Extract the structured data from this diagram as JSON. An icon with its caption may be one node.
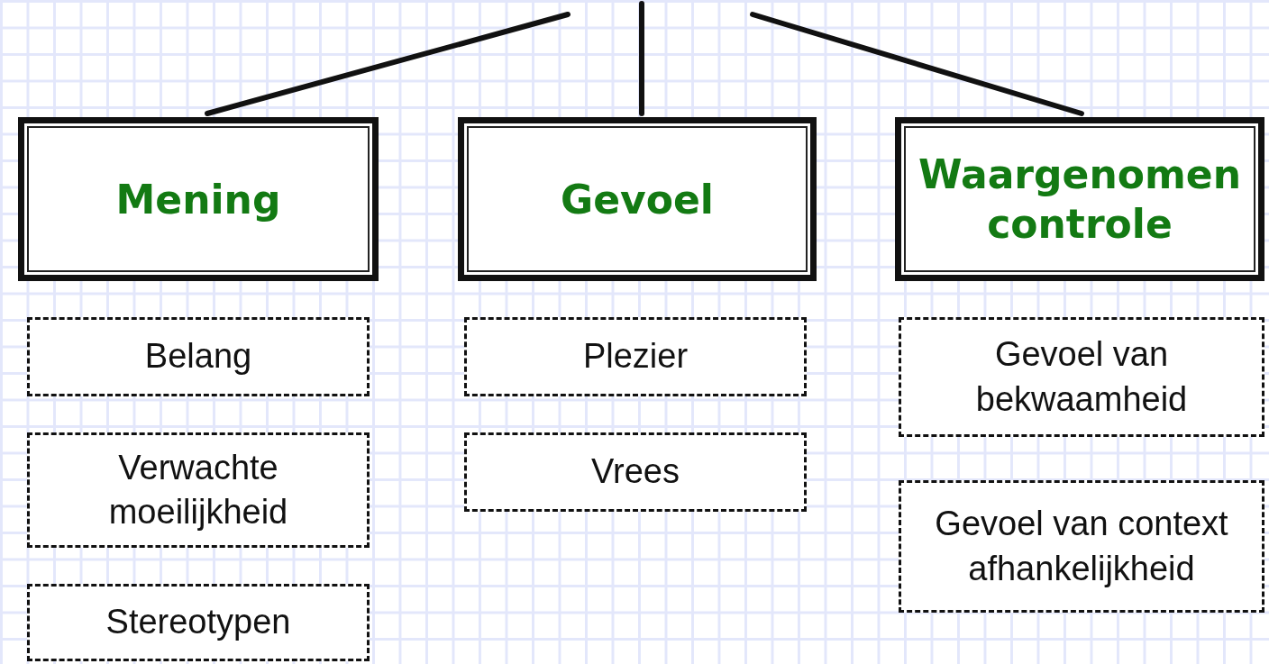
{
  "diagram": {
    "nodes": [
      {
        "text": [
          "Mening"
        ]
      },
      {
        "text": [
          "Gevoel"
        ]
      },
      {
        "text": [
          "Waargenomen controle"
        ]
      },
      {
        "text": [
          "Belang"
        ]
      },
      {
        "text": [
          "Verwachte moeilijkheid"
        ]
      },
      {
        "text": [
          "Stereotypen"
        ]
      },
      {
        "text": [
          "Plezier"
        ]
      },
      {
        "text": [
          "Vrees"
        ]
      },
      {
        "text": [
          "Gevoel van bekwaamheid"
        ]
      },
      {
        "text": [
          "Gevoel van context afhankelijkheid"
        ]
      }
    ],
    "edges": [
      {
        "from": null,
        "to": 0,
        "arrow": "none"
      },
      {
        "from": null,
        "to": 1,
        "arrow": "none"
      },
      {
        "from": null,
        "to": 2,
        "arrow": "none"
      }
    ]
  }
}
